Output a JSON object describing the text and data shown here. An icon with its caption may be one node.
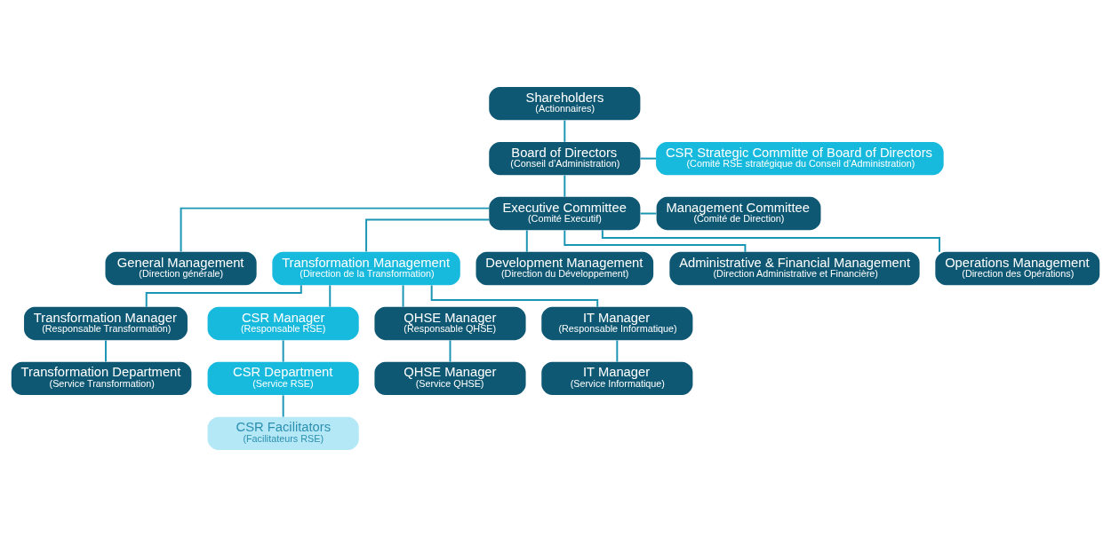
{
  "diagram": {
    "nodes": [
      {
        "text": [
          "Shareholders",
          "(Actionnaires)"
        ]
      },
      {
        "text": [
          "Board of Directors",
          "(Conseil d’Administration)"
        ]
      },
      {
        "text": [
          "CSR Strategic Committe of Board of Directors",
          "(Comité RSE stratégique du Conseil d’Administration)"
        ]
      },
      {
        "text": [
          "Executive Committee",
          "(Comité Executif)"
        ]
      },
      {
        "text": [
          "Management Committee",
          "(Comité de Direction)"
        ]
      },
      {
        "text": [
          "General Management",
          "(Direction générale)"
        ]
      },
      {
        "text": [
          "Transformation Management",
          "(Direction de la Transformation)"
        ]
      },
      {
        "text": [
          "Development Management",
          "(Direction du Développement)"
        ]
      },
      {
        "text": [
          "Administrative & Financial Management",
          "(Direction Administrative et Financière)"
        ]
      },
      {
        "text": [
          "Operations Management",
          "(Direction des Opérations)"
        ]
      },
      {
        "text": [
          "Transformation Manager",
          "(Responsable Transformation)"
        ]
      },
      {
        "text": [
          "CSR Manager",
          "(Responsable RSE)"
        ]
      },
      {
        "text": [
          "QHSE Manager",
          "(Responsable QHSE)"
        ]
      },
      {
        "text": [
          "IT Manager",
          "(Responsable Informatique)"
        ]
      },
      {
        "text": [
          "Transformation Department",
          "(Service Transformation)"
        ]
      },
      {
        "text": [
          "CSR Department",
          "(Service RSE)"
        ]
      },
      {
        "text": [
          "QHSE Manager",
          "(Service QHSE)"
        ]
      },
      {
        "text": [
          "IT Manager",
          "(Service Informatique)"
        ]
      },
      {
        "text": [
          "CSR Facilitators",
          "(Facilitateurs RSE)"
        ]
      }
    ],
    "edges": [
      {
        "from": 0,
        "to": 1,
        "arrow": "none"
      },
      {
        "from": 1,
        "to": 2,
        "arrow": "none"
      },
      {
        "from": 1,
        "to": 3,
        "arrow": "none"
      },
      {
        "from": 3,
        "to": 4,
        "arrow": "none"
      },
      {
        "from": 3,
        "to": 5,
        "arrow": "none"
      },
      {
        "from": 3,
        "to": 6,
        "arrow": "none"
      },
      {
        "from": 3,
        "to": 7,
        "arrow": "none"
      },
      {
        "from": 3,
        "to": 8,
        "arrow": "none"
      },
      {
        "from": 3,
        "to": 9,
        "arrow": "none"
      },
      {
        "from": 6,
        "to": 10,
        "arrow": "none"
      },
      {
        "from": 6,
        "to": 11,
        "arrow": "none"
      },
      {
        "from": 6,
        "to": 12,
        "arrow": "none"
      },
      {
        "from": 6,
        "to": 13,
        "arrow": "none"
      },
      {
        "from": 10,
        "to": 14,
        "arrow": "none"
      },
      {
        "from": 11,
        "to": 15,
        "arrow": "none"
      },
      {
        "from": 12,
        "to": 16,
        "arrow": "none"
      },
      {
        "from": 13,
        "to": 17,
        "arrow": "none"
      },
      {
        "from": 15,
        "to": 18,
        "arrow": "none"
      }
    ]
  }
}
